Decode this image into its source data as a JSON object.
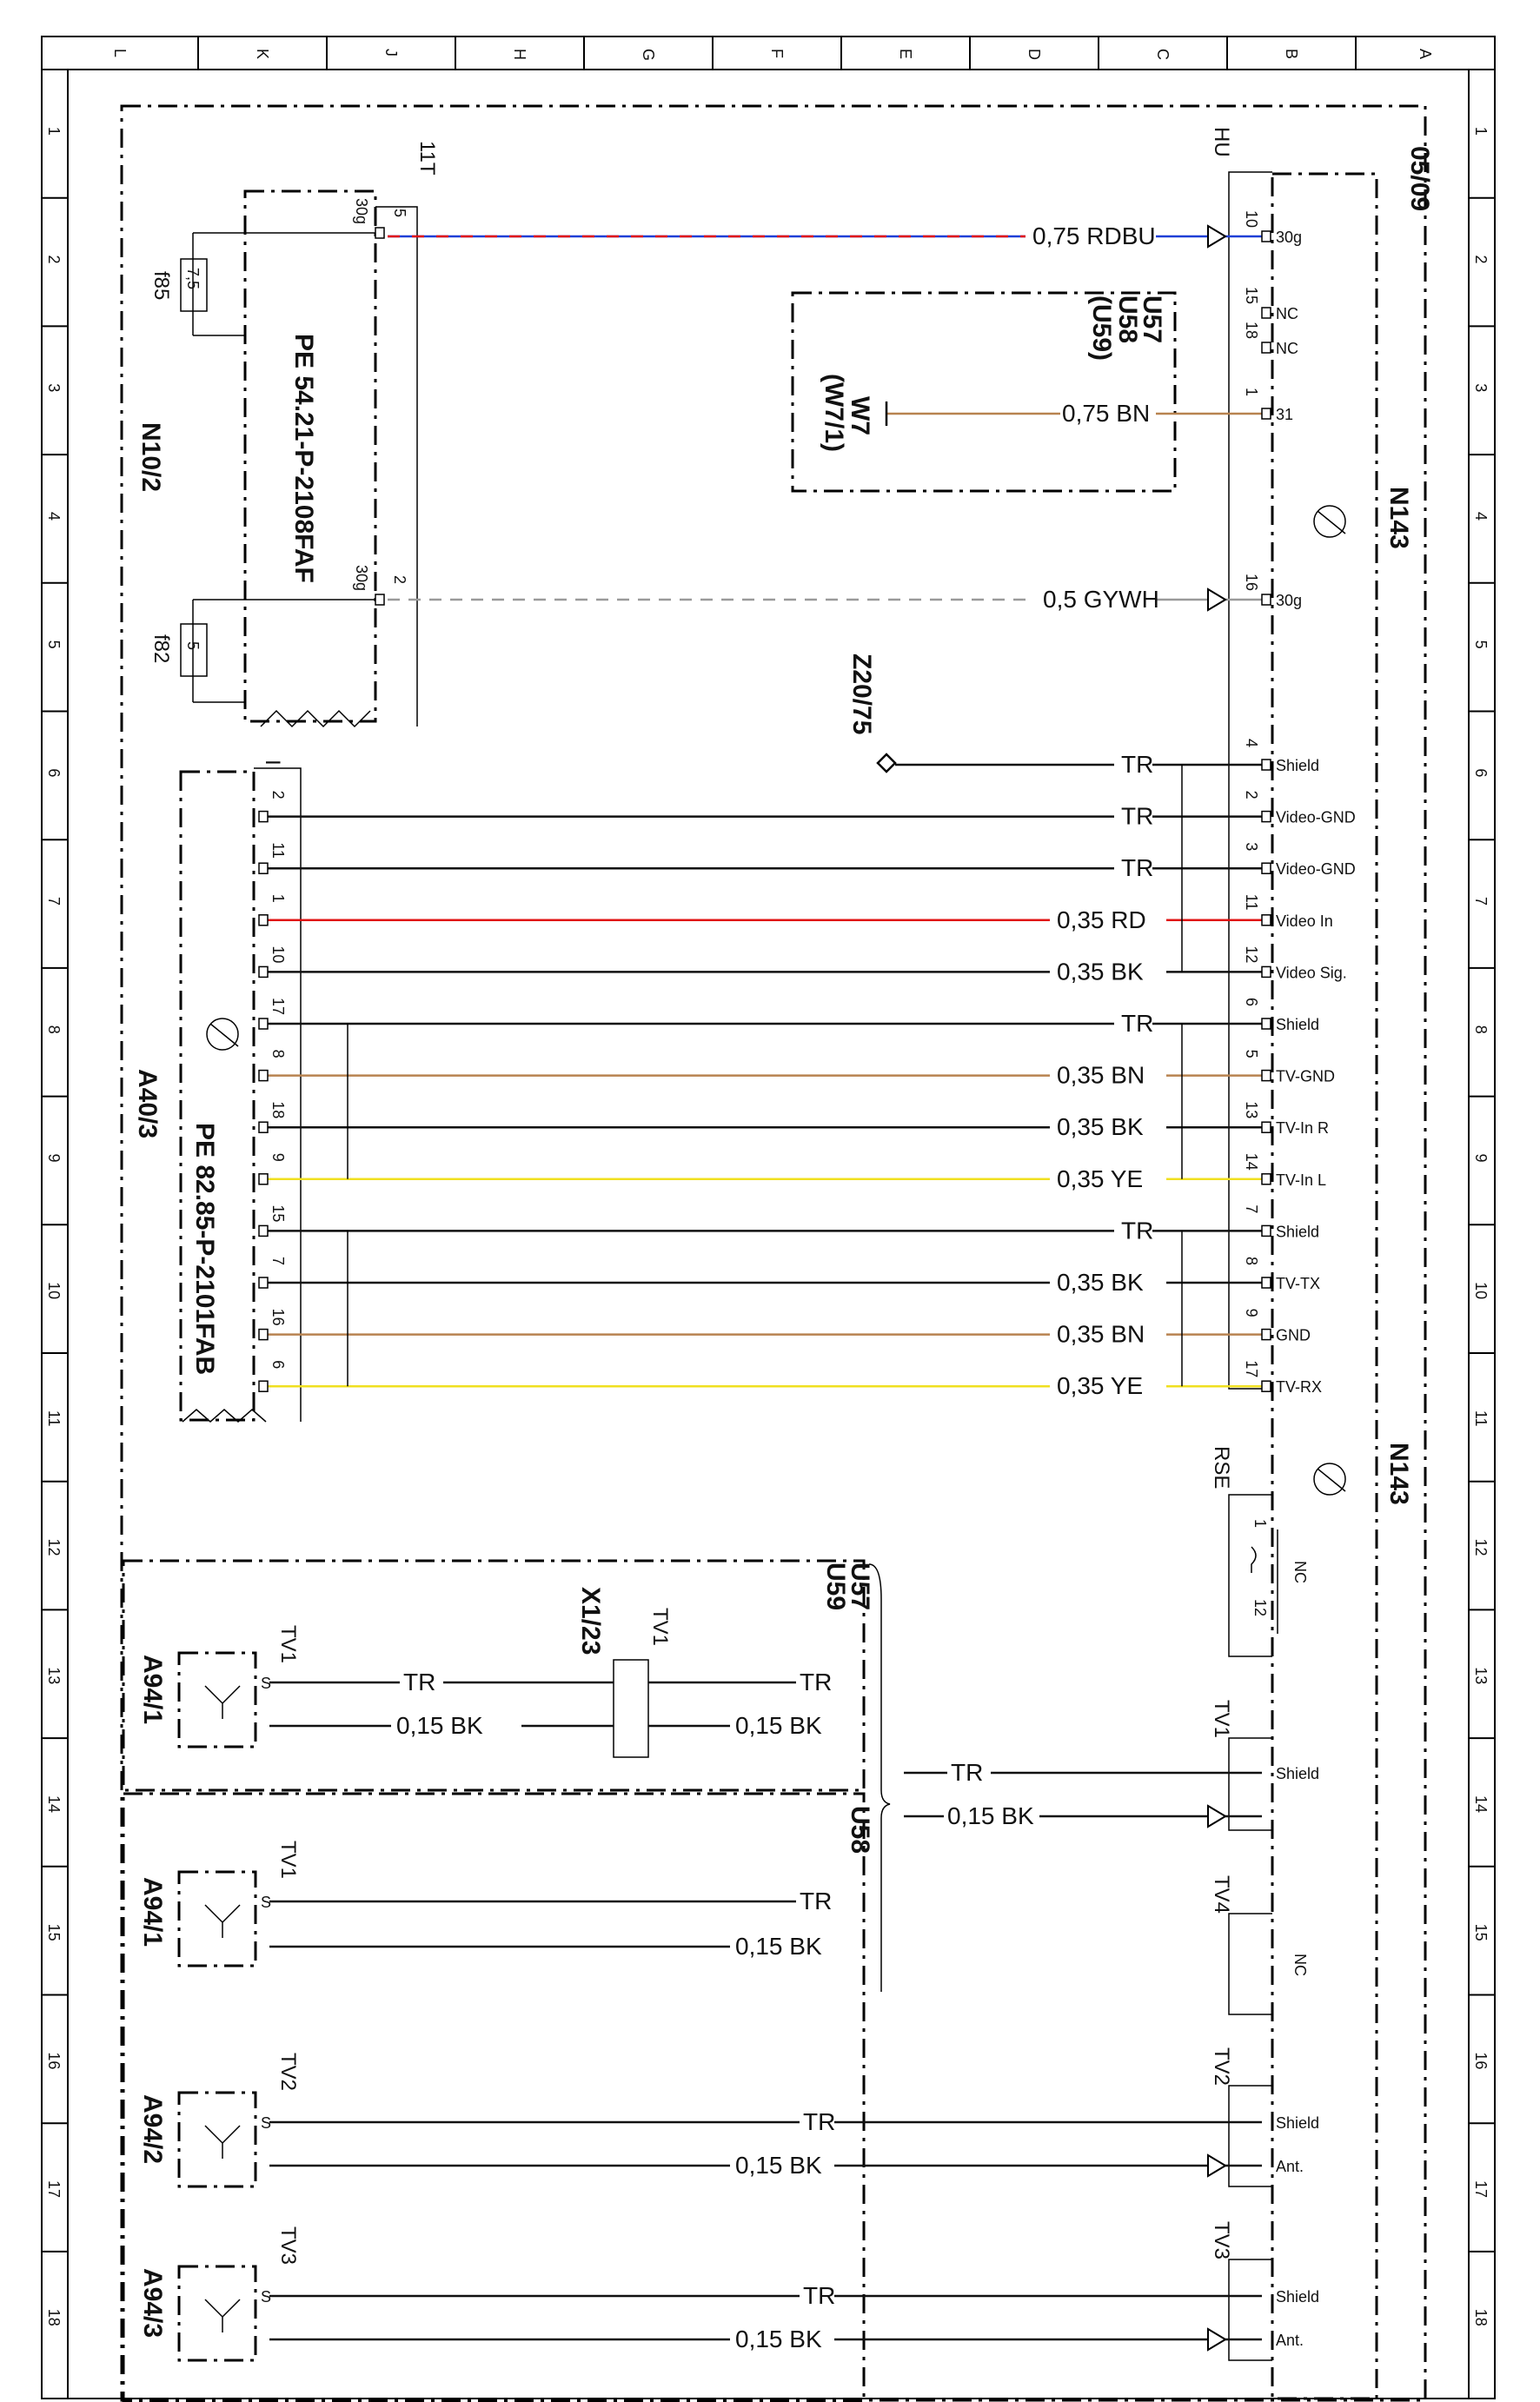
{
  "frame": {
    "cols": [
      "L",
      "K",
      "J",
      "H",
      "G",
      "F",
      "E",
      "D",
      "C",
      "B",
      "A"
    ],
    "rows": [
      "1",
      "2",
      "3",
      "4",
      "5",
      "6",
      "7",
      "8",
      "9",
      "10",
      "11",
      "12",
      "13",
      "14",
      "15",
      "16",
      "17",
      "18"
    ]
  },
  "page_ref": "05/09",
  "components": {
    "n10_2": "N10/2",
    "plug_54": "PE 54.21-P-2108FAF",
    "plug_82": "PE 82.85-P-2101FAB",
    "a40_3": "A40/3",
    "n143_top": "N143",
    "n143_mid": "N143",
    "hu": "HU",
    "rse": "RSE",
    "conn_11t": "11T",
    "conn_i": "I",
    "u57": "U57",
    "u58": "U58",
    "u59p": "(U59)",
    "w7": "W7",
    "w7_1p": "(W7/1)",
    "z20_75": "Z20/75",
    "f85": "f85",
    "f82": "f82",
    "fuse_75": "7,5",
    "fuse_5": "5",
    "x1_23": "X1/23",
    "u57b": "U57",
    "u59b": "U59",
    "u58b": "U58",
    "a94_1a": "A94/1",
    "a94_1b": "A94/1",
    "a94_2": "A94/2",
    "a94_3": "A94/3"
  },
  "n10_pins": [
    {
      "pin": "5",
      "label": "30g"
    },
    {
      "pin": "2",
      "label": "30g"
    }
  ],
  "hu_pins": [
    {
      "pin": "10",
      "label": "30g"
    },
    {
      "pin": "15",
      "label": "NC"
    },
    {
      "pin": "18",
      "label": "NC"
    },
    {
      "pin": "1",
      "label": "31"
    },
    {
      "pin": "16",
      "label": "30g"
    }
  ],
  "power_wires": [
    {
      "label": "0,75 RDBU"
    },
    {
      "label": "0,75 BN"
    },
    {
      "label": "0,5 GYWH"
    }
  ],
  "av_wires": [
    {
      "lpin": "",
      "wire": "TR",
      "rpin": "4",
      "func": "Shield"
    },
    {
      "lpin": "2",
      "wire": "TR",
      "rpin": "2",
      "func": "Video-GND"
    },
    {
      "lpin": "11",
      "wire": "TR",
      "rpin": "3",
      "func": "Video-GND"
    },
    {
      "lpin": "1",
      "wire": "0,35 RD",
      "rpin": "11",
      "func": "Video In"
    },
    {
      "lpin": "10",
      "wire": "0,35 BK",
      "rpin": "12",
      "func": "Video Sig."
    },
    {
      "lpin": "17",
      "wire": "TR",
      "rpin": "6",
      "func": "Shield"
    },
    {
      "lpin": "8",
      "wire": "0,35 BN",
      "rpin": "5",
      "func": "TV-GND"
    },
    {
      "lpin": "18",
      "wire": "0,35 BK",
      "rpin": "13",
      "func": "TV-In R"
    },
    {
      "lpin": "9",
      "wire": "0,35 YE",
      "rpin": "14",
      "func": "TV-In L"
    },
    {
      "lpin": "15",
      "wire": "TR",
      "rpin": "7",
      "func": "Shield"
    },
    {
      "lpin": "7",
      "wire": "0,35 BK",
      "rpin": "8",
      "func": "TV-TX"
    },
    {
      "lpin": "16",
      "wire": "0,35 BN",
      "rpin": "9",
      "func": "GND"
    },
    {
      "lpin": "6",
      "wire": "0,35 YE",
      "rpin": "17",
      "func": "TV-RX"
    }
  ],
  "rse_pins": {
    "p1": "1",
    "p12": "12",
    "nc": "NC"
  },
  "tv_labels": {
    "tv1_a": "TV1",
    "tv1_x": "TV1",
    "tv1_b": "TV1",
    "tv2_l": "TV2",
    "tv3_l": "TV3",
    "tv1_r": "TV1",
    "tv4_r": "TV4",
    "tv2_r": "TV2",
    "tv3_r": "TV3"
  },
  "antenna_wires": {
    "tr": "TR",
    "bk": "0,15 BK",
    "s": "S",
    "shield": "Shield",
    "ant": "Ant.",
    "nc": "NC"
  },
  "colors": {
    "RD": "#e01010",
    "BU": "#1f3fd6",
    "BN": "#b88350",
    "YE": "#f0e020",
    "BK": "#111111",
    "GYWH": "#9a9a9a"
  }
}
